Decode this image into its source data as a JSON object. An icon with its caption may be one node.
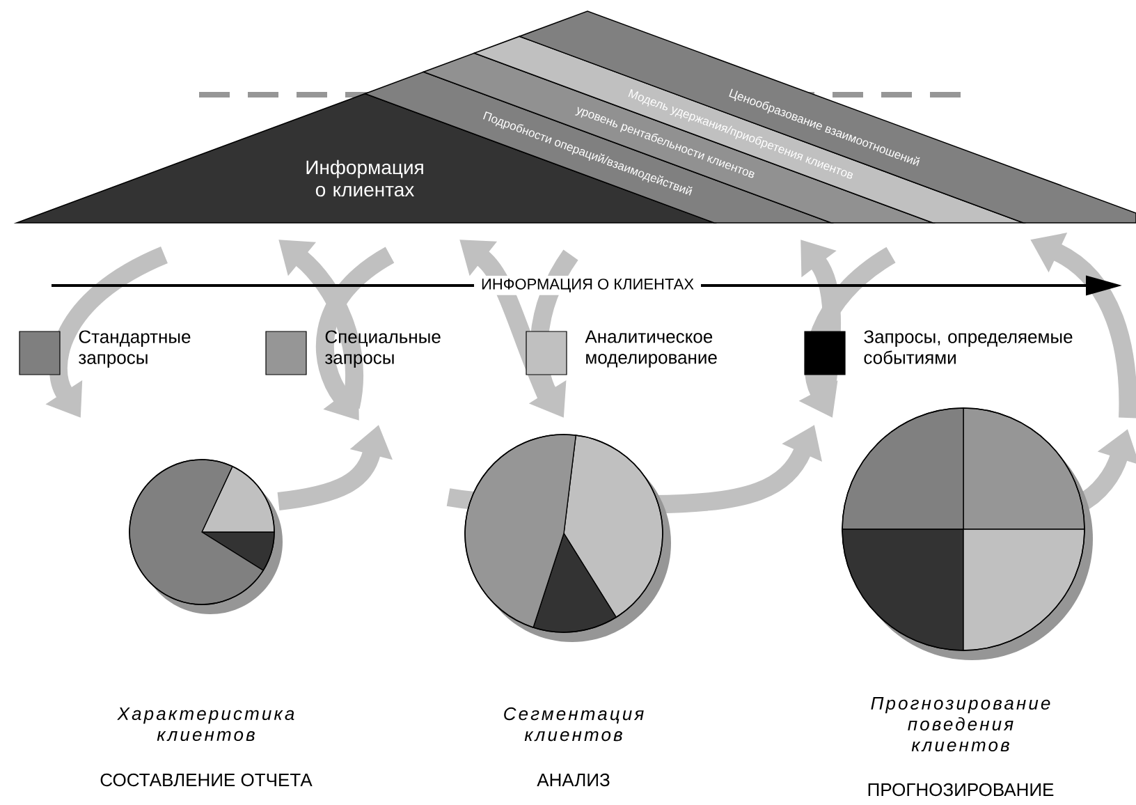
{
  "diagram": {
    "nodes": [
      {
        "text": [
          "Информация о клиентах"
        ]
      },
      {
        "text": [
          "Подробности операций/взаимодействий"
        ]
      },
      {
        "text": [
          "уровень рентабельности клиентов"
        ]
      },
      {
        "text": [
          "Модель удержания/приобретения клиентов"
        ]
      },
      {
        "text": [
          "Ценообразование взаимоотношений"
        ]
      }
    ],
    "labels": [
      "ИНФОРМАЦИЯ О КЛИЕНТАХ",
      "Характеристика клиентов",
      "Сегментация клиентов",
      "Прогнозирование поведения клиентов",
      "СОСТАВЛЕНИЕ ОТЧЕТА",
      "АНАЛИЗ",
      "ПРОГНОЗИРОВАНИЕ"
    ],
    "legend": [
      {
        "text": "Стандартные запросы",
        "color": "#7f7f7f"
      },
      {
        "text": "Специальные запросы",
        "color": "#969696"
      },
      {
        "text": "Аналитическое моделирование",
        "color": "#c0c0c0"
      },
      {
        "text": "Запросы, определяемые событиями",
        "color": "#000000"
      }
    ]
  }
}
